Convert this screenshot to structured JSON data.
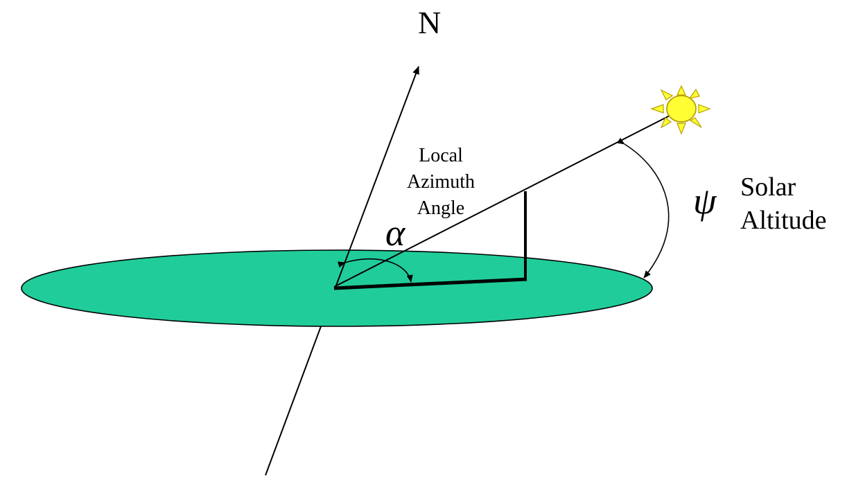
{
  "diagram": {
    "north": "N",
    "azimuth_label_lines": [
      "Local",
      "Azimuth",
      "Angle"
    ],
    "alpha_symbol": "α",
    "psi_symbol": "ψ",
    "altitude_label_lines": [
      "Solar",
      "Altitude"
    ]
  },
  "colors": {
    "ground": "#20CC9A",
    "sun_fill": "#FFFF33",
    "sun_stroke": "#B8A000",
    "line": "#000000"
  },
  "icons": {
    "sun": "sun-icon"
  }
}
